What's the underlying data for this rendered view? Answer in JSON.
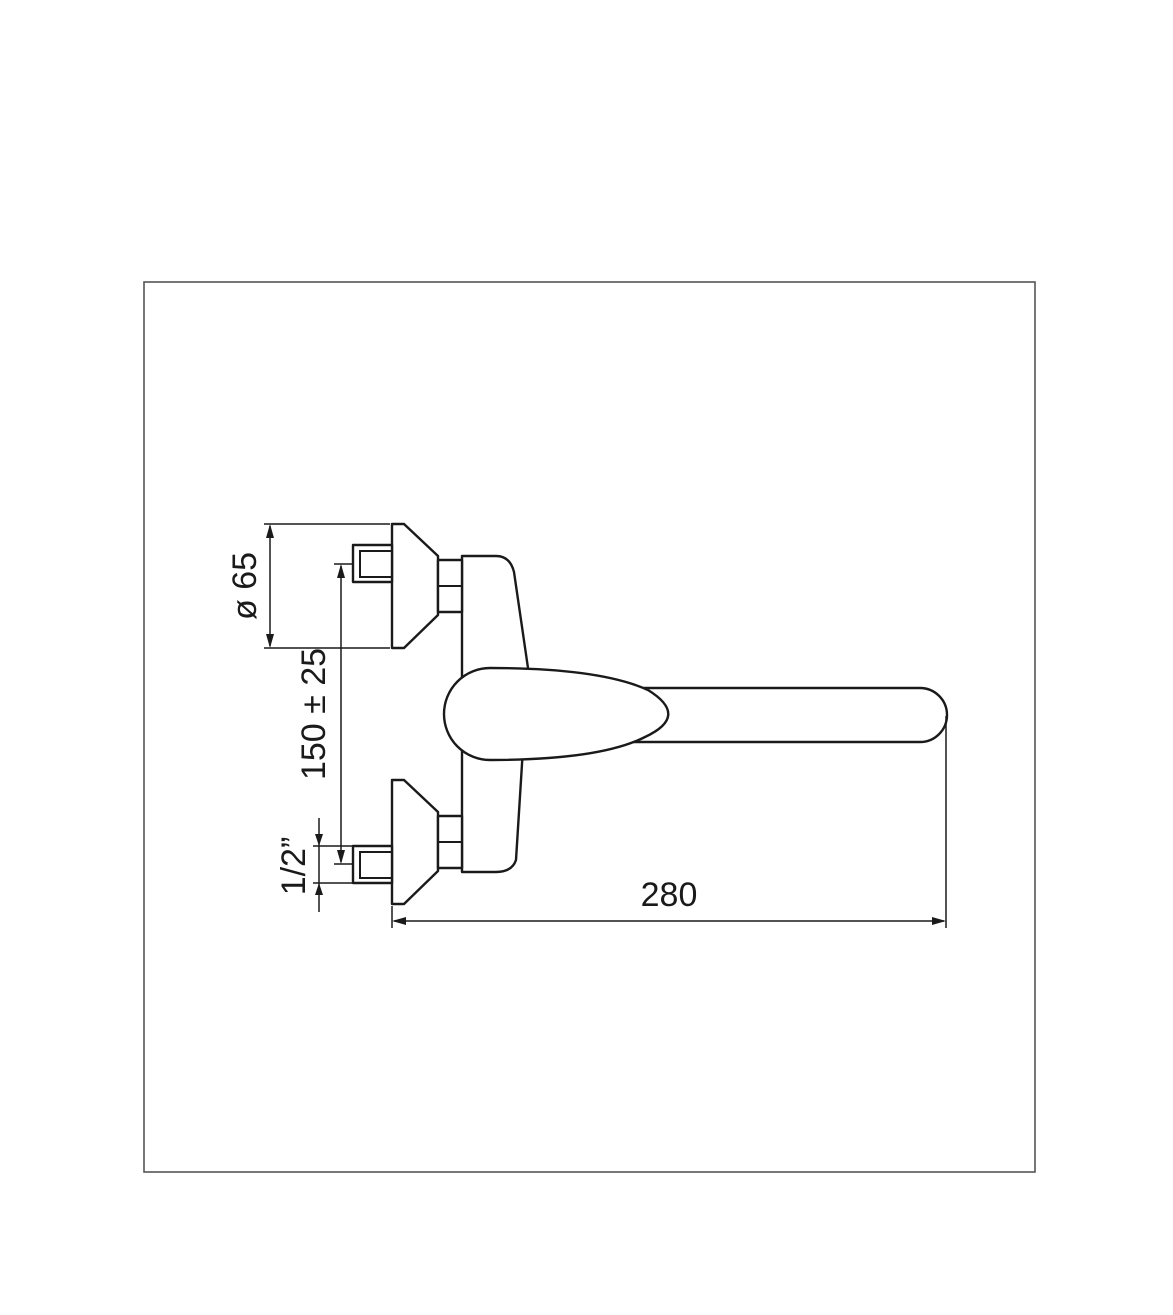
{
  "dimensions": {
    "rosette_diameter": "ø 65",
    "inlet_spacing": "150 ± 25",
    "thread_size": "1/2”",
    "spout_length": "280"
  },
  "colors": {
    "line": "#1a1a1a",
    "frame": "#555555",
    "background": "#ffffff"
  }
}
